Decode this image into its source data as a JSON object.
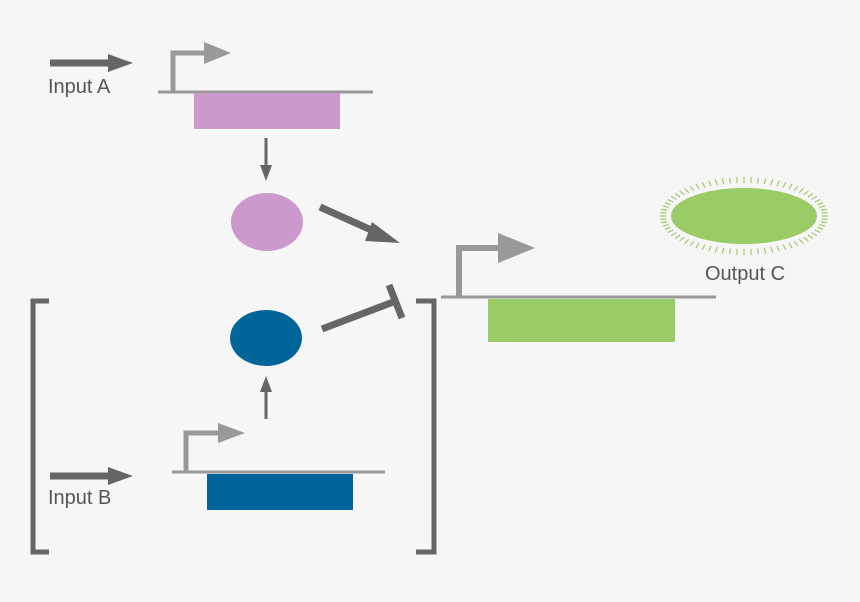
{
  "labels": {
    "input_a": "Input A",
    "input_b": "Input B",
    "output_c": "Output C"
  },
  "colors": {
    "background": "#f6f6f7",
    "pink": "#cc99cc",
    "blue": "#006699",
    "green": "#99cc66",
    "dark_gray": "#666666",
    "light_gray": "#999999",
    "glow": "#99cc66"
  },
  "relations": {
    "pink_protein_to_output": "activates",
    "blue_protein_to_output": "represses"
  },
  "icons": {
    "promoter": "promoter-arrow-icon",
    "input_arrow": "input-arrow-icon",
    "activation": "activation-arrow-icon",
    "repression": "repression-tbar-icon"
  }
}
